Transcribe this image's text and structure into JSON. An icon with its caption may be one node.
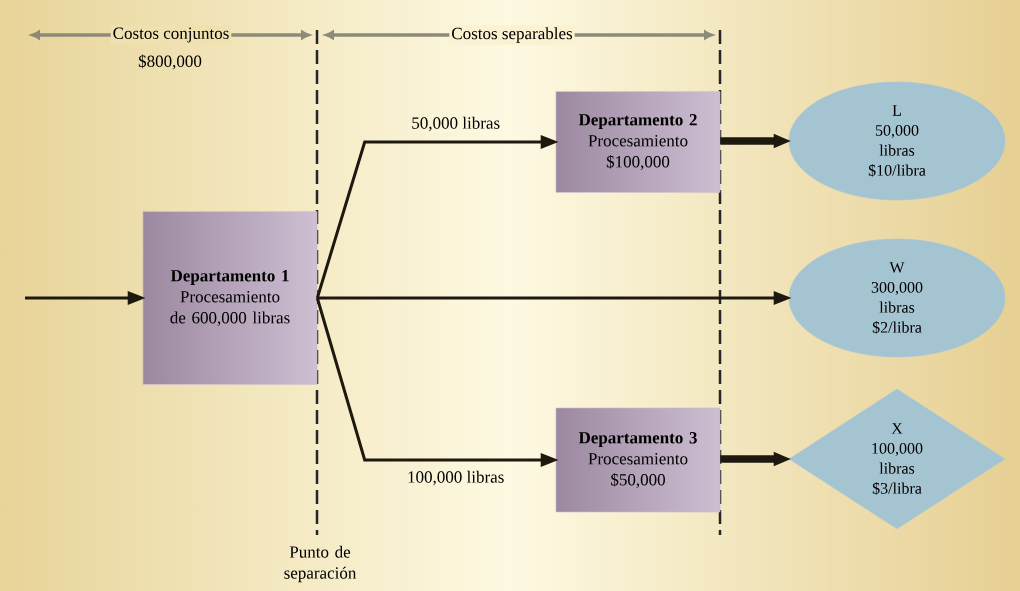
{
  "diagram": {
    "nodes": [
      {
        "text": [
          "Departamento 1",
          "Procesamiento de 600,000 libras"
        ]
      },
      {
        "text": [
          "Departamento 2",
          "Procesamiento $100,000"
        ]
      },
      {
        "text": [
          "Departamento 3",
          "Procesamiento $50,000"
        ]
      },
      {
        "text": [
          "L",
          "50,000 libras",
          "$10/libra"
        ]
      },
      {
        "text": [
          "W",
          "300,000 libras",
          "$2/libra"
        ]
      },
      {
        "text": [
          "X",
          "100,000 libras",
          "$3/libra"
        ]
      }
    ],
    "edges": [
      {
        "from": null,
        "to": 0,
        "arrow": "to"
      },
      {
        "from": 0,
        "to": 1,
        "arrow": "to",
        "label": "50,000 libras"
      },
      {
        "from": 0,
        "to": 4,
        "arrow": "to"
      },
      {
        "from": 0,
        "to": 2,
        "arrow": "to",
        "label": "100,000 libras"
      },
      {
        "from": 1,
        "to": 3,
        "arrow": "to",
        "style": "thick"
      },
      {
        "from": 2,
        "to": 5,
        "arrow": "to",
        "style": "thick"
      }
    ],
    "labels": [
      "Costos conjuntos",
      "$800,000",
      "Costos separables",
      "Punto de separación"
    ]
  }
}
